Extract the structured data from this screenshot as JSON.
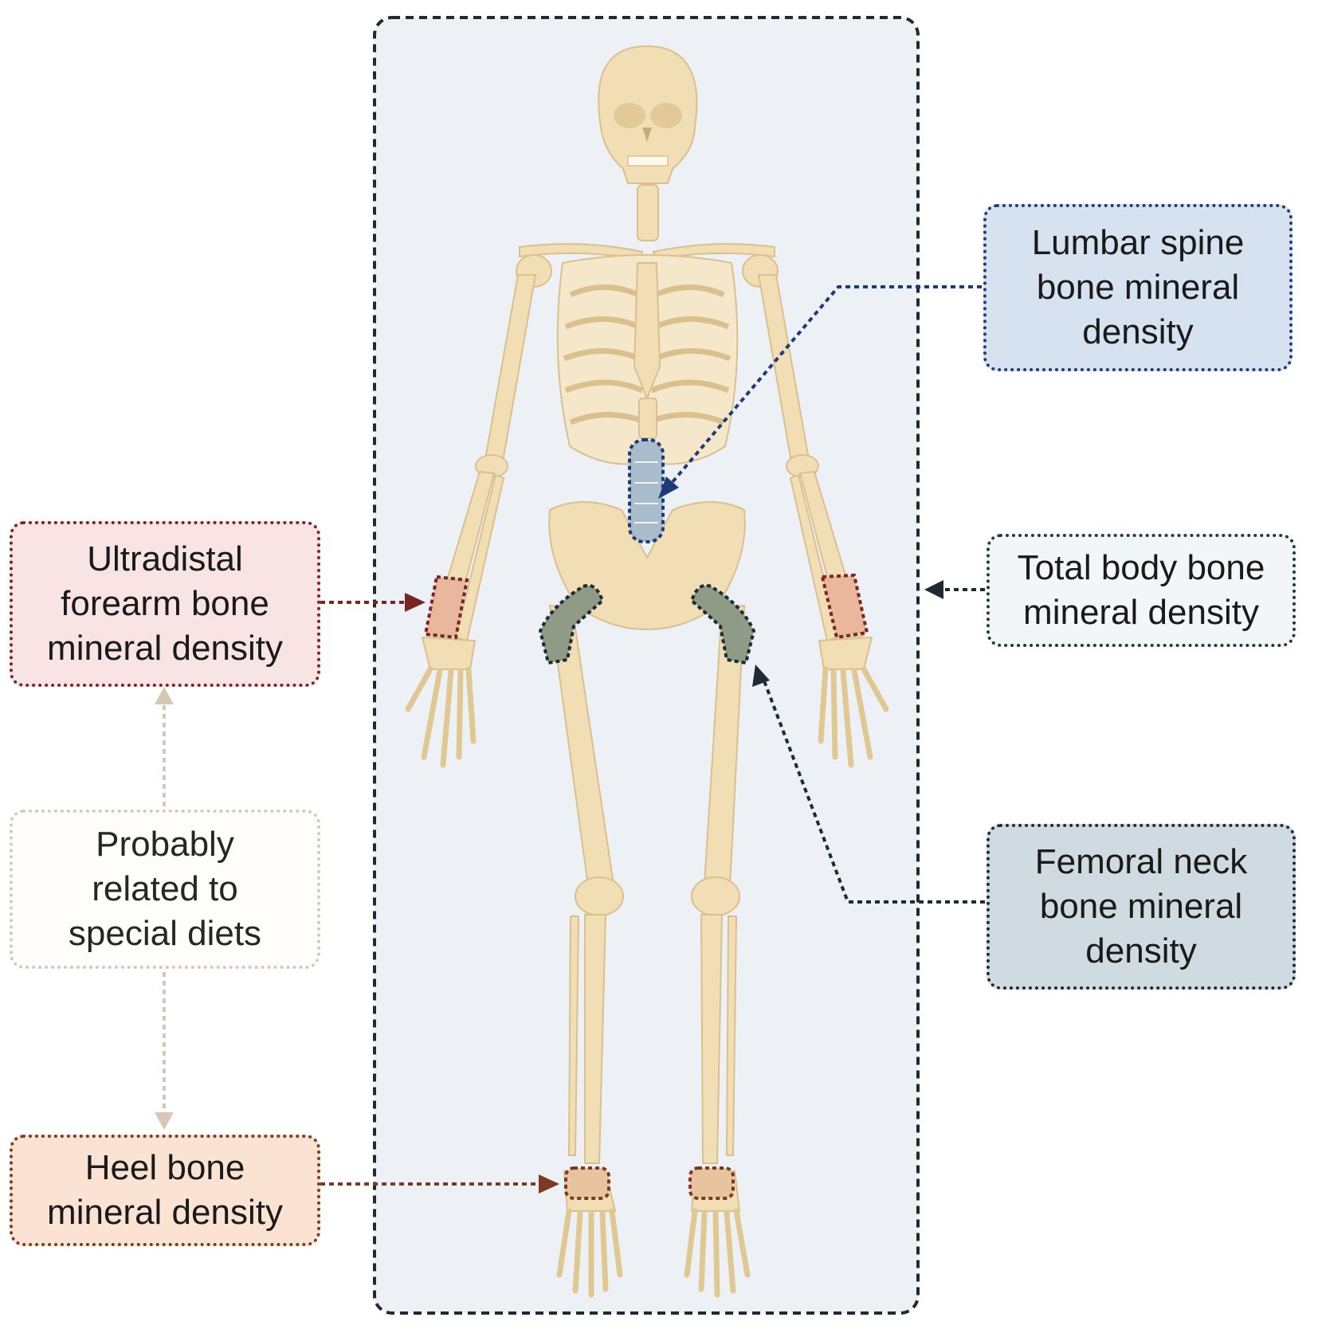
{
  "panel": {
    "fill": "#edf1f5",
    "border": "#1f2a33"
  },
  "bone_color": "#f2deb5",
  "labels": {
    "forearm": {
      "lines": [
        "Ultradistal",
        "forearm bone",
        "mineral density"
      ],
      "fill": "#f8e4e4",
      "border": "#7a2424"
    },
    "diet": {
      "lines": [
        "Probably",
        "related to",
        "special diets"
      ],
      "fill": "#fffdfb",
      "border": "#d9c7b6"
    },
    "heel": {
      "lines": [
        "Heel bone",
        "mineral density"
      ],
      "fill": "#fae3d2",
      "border": "#7a3a24"
    },
    "lumbar": {
      "lines": [
        "Lumbar spine",
        "bone mineral",
        "density"
      ],
      "fill": "#d6e2f0",
      "border": "#1e3a78"
    },
    "total": {
      "lines": [
        "Total body bone",
        "mineral density"
      ],
      "fill": "#f3f6f8",
      "border": "#1f3a3a"
    },
    "femoral": {
      "lines": [
        "Femoral neck",
        "bone mineral",
        "density"
      ],
      "fill": "#cfdae1",
      "border": "#1f2a33"
    }
  }
}
